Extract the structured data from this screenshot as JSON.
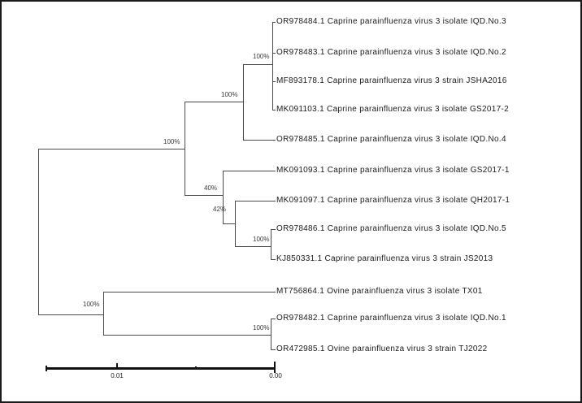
{
  "figure": {
    "kind": "phylogenetic-tree",
    "colors": {
      "background": "#ffffff",
      "border": "#1a1a1a",
      "branch_line": "#4a4a4a",
      "text": "#1a1a1a",
      "scale_bar": "#111111"
    }
  },
  "tree": {
    "taxa": [
      {
        "label": "OR978484.1 Caprine parainfluenza virus 3 isolate IQD.No.3"
      },
      {
        "label": "OR978483.1 Caprine parainfluenza virus 3 isolate IQD.No.2"
      },
      {
        "label": "MF893178.1 Caprine parainfluenza virus 3 strain JSHA2016"
      },
      {
        "label": "MK091103.1 Caprine parainfluenza virus 3 isolate GS2017-2"
      },
      {
        "label": "OR978485.1 Caprine parainfluenza virus 3 isolate IQD.No.4"
      },
      {
        "label": "MK091093.1 Caprine parainfluenza virus 3 isolate GS2017-1"
      },
      {
        "label": "MK091097.1 Caprine parainfluenza virus 3 isolate QH2017-1"
      },
      {
        "label": "OR978486.1 Caprine parainfluenza virus 3 isolate IQD.No.5"
      },
      {
        "label": "KJ850331.1 Caprine parainfluenza virus 3 strain JS2013"
      },
      {
        "label": "MT756864.1 Ovine parainfluenza virus 3 isolate TX01"
      },
      {
        "label": "OR978482.1 Caprine parainfluenza virus 3 isolate IQD.No.1"
      },
      {
        "label": "OR472985.1 Ovine parainfluenza virus 3 strain TJ2022"
      }
    ],
    "bootstrap": [
      {
        "node": "clade-top4-iqd3-iqd2-jsha2016-gs2017-2",
        "support": "100%"
      },
      {
        "node": "clade-top4-plus-iqd4",
        "support": "100%"
      },
      {
        "node": "clade-caprine-main",
        "support": "100%"
      },
      {
        "node": "clade-gs2017-1-group",
        "support": "40%"
      },
      {
        "node": "clade-qh2017-1-group",
        "support": "42%"
      },
      {
        "node": "clade-iqd5-js2013",
        "support": "100%"
      },
      {
        "node": "clade-ovine-outgroup",
        "support": "100%"
      },
      {
        "node": "clade-iqd1-tj2022",
        "support": "100%"
      }
    ],
    "newick": "((((OR978484.1,OR978483.1,MF893178.1,MK091103.1)100,OR978485.1)100,(MK091093.1,(MK091097.1,(OR978486.1,KJ850331.1)100)42)40)100,(MT756864.1,(OR978482.1,OR472985.1)100)100)"
  },
  "scale_bar": {
    "labels": [
      "0.01",
      "0.00"
    ]
  }
}
